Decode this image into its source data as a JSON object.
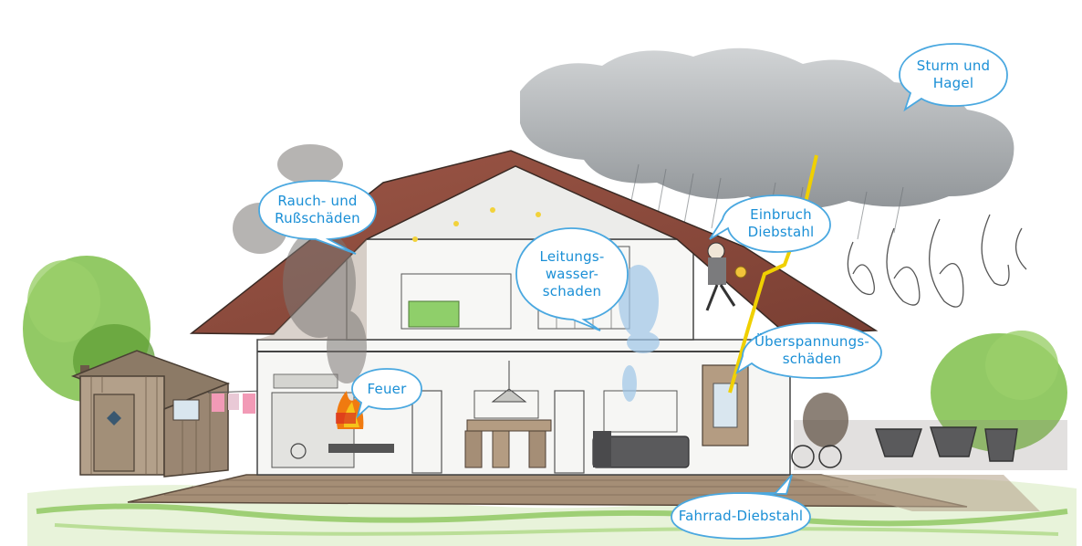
{
  "colors": {
    "bubble_stroke": "#4aa8e0",
    "bubble_text": "#1a8fd6",
    "roof": "#8a4a3c",
    "wood": "#9a8672",
    "grass": "#7fbf4a",
    "cloud": "#8e9296",
    "lightning": "#f0d000",
    "fire": "#f07a10",
    "water": "#9fc6e8"
  },
  "labels": {
    "sturm": "Sturm und\nHagel",
    "rauch": "Rauch- und\nRußschäden",
    "einbruch": "Einbruch\nDiebstahl",
    "leitung": "Leitungs-\nwasser-\nschaden",
    "ueberspannung": "Überspannungs-\nschäden",
    "feuer": "Feuer",
    "fahrrad": "Fahrrad-Diebstahl"
  }
}
